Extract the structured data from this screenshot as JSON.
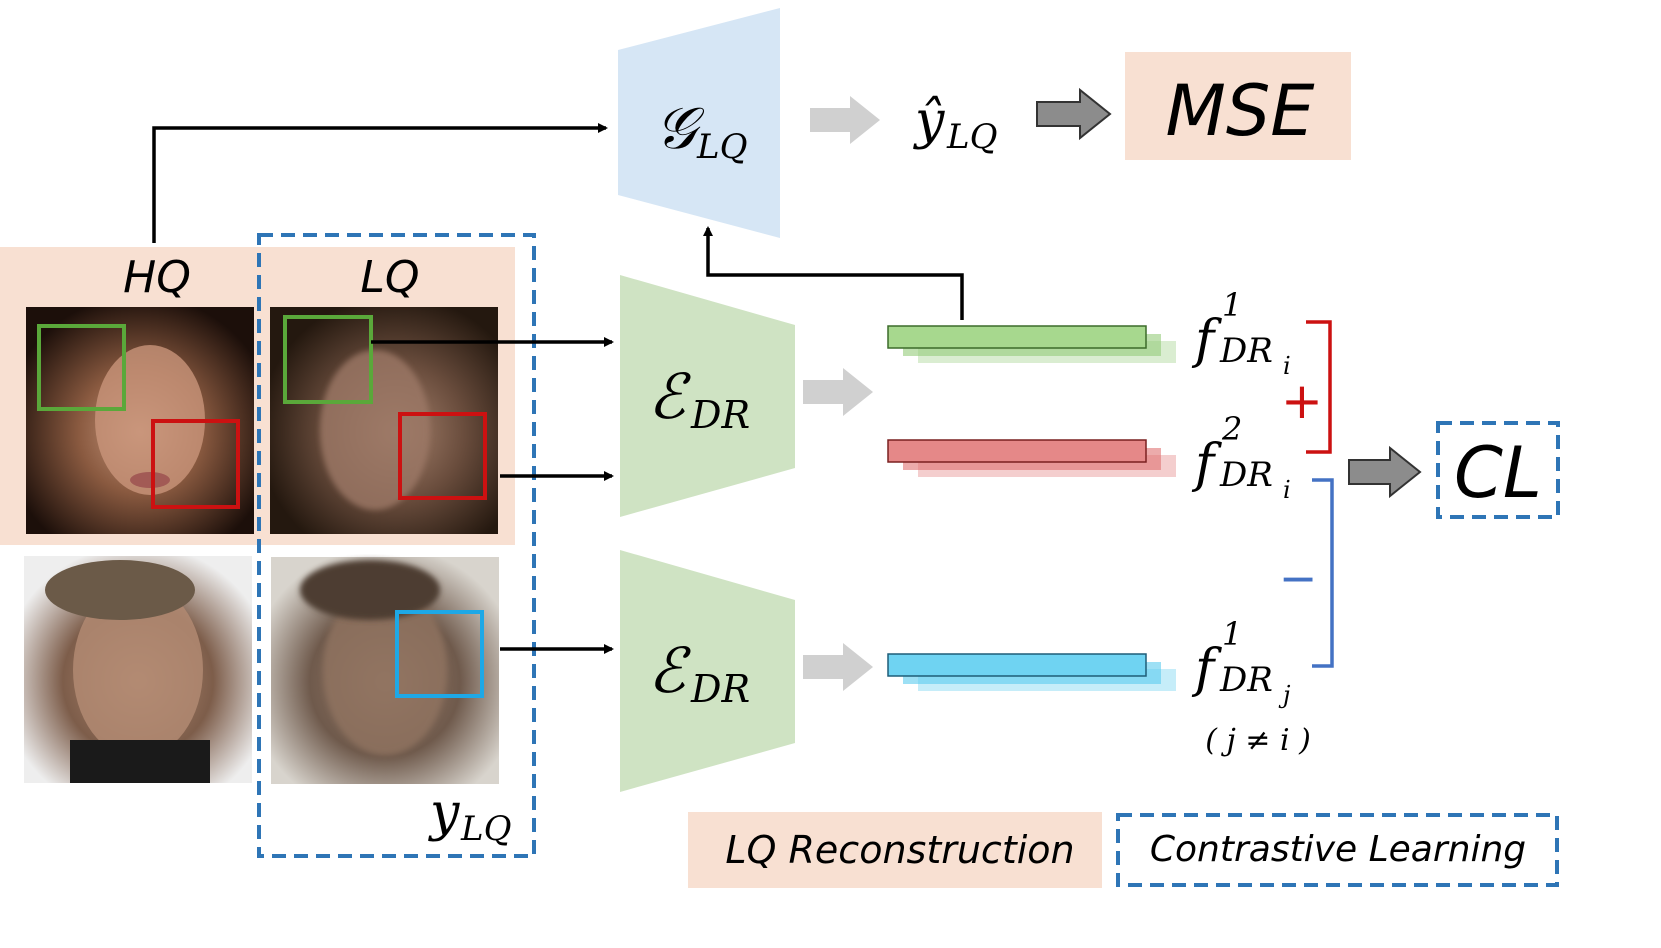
{
  "generator": {
    "main": "𝒢",
    "sub": "LQ"
  },
  "encoder_top": {
    "main": "ℰ",
    "sub": "DR"
  },
  "encoder_bottom": {
    "main": "ℰ",
    "sub": "DR"
  },
  "output": {
    "main": "ŷ",
    "sub": "LQ"
  },
  "loss_mse": "MSE",
  "loss_cl": "CL",
  "images": {
    "hq_label": "HQ",
    "lq_label": "LQ"
  },
  "input": {
    "main": "y",
    "sub": "LQ"
  },
  "features": [
    {
      "base": "f",
      "sup": "1",
      "sub": "DR",
      "subsub": "i"
    },
    {
      "base": "f",
      "sup": "2",
      "sub": "DR",
      "subsub": "i"
    },
    {
      "base": "f",
      "sup": "1",
      "sub": "DR",
      "subsub": "j"
    }
  ],
  "condition": "( j ≠ i )",
  "positive_sign": "+",
  "negative_sign": "−",
  "legend": {
    "recon": "LQ Reconstruction",
    "contrastive": "Contrastive Learning"
  },
  "colors": {
    "peach": "#f8e0d2",
    "generator": "#d6e6f5",
    "encoder": "#cfe3c3",
    "green_feature": "#94cc7a",
    "red_feature": "#e07373",
    "blue_feature": "#5ccbee",
    "dashed_blue": "#2e75b6",
    "pos_red": "#cc1111",
    "neg_blue": "#4472c4",
    "box_green": "#5aa83a",
    "box_red": "#cc1111",
    "box_cyan": "#1ea8e6"
  }
}
